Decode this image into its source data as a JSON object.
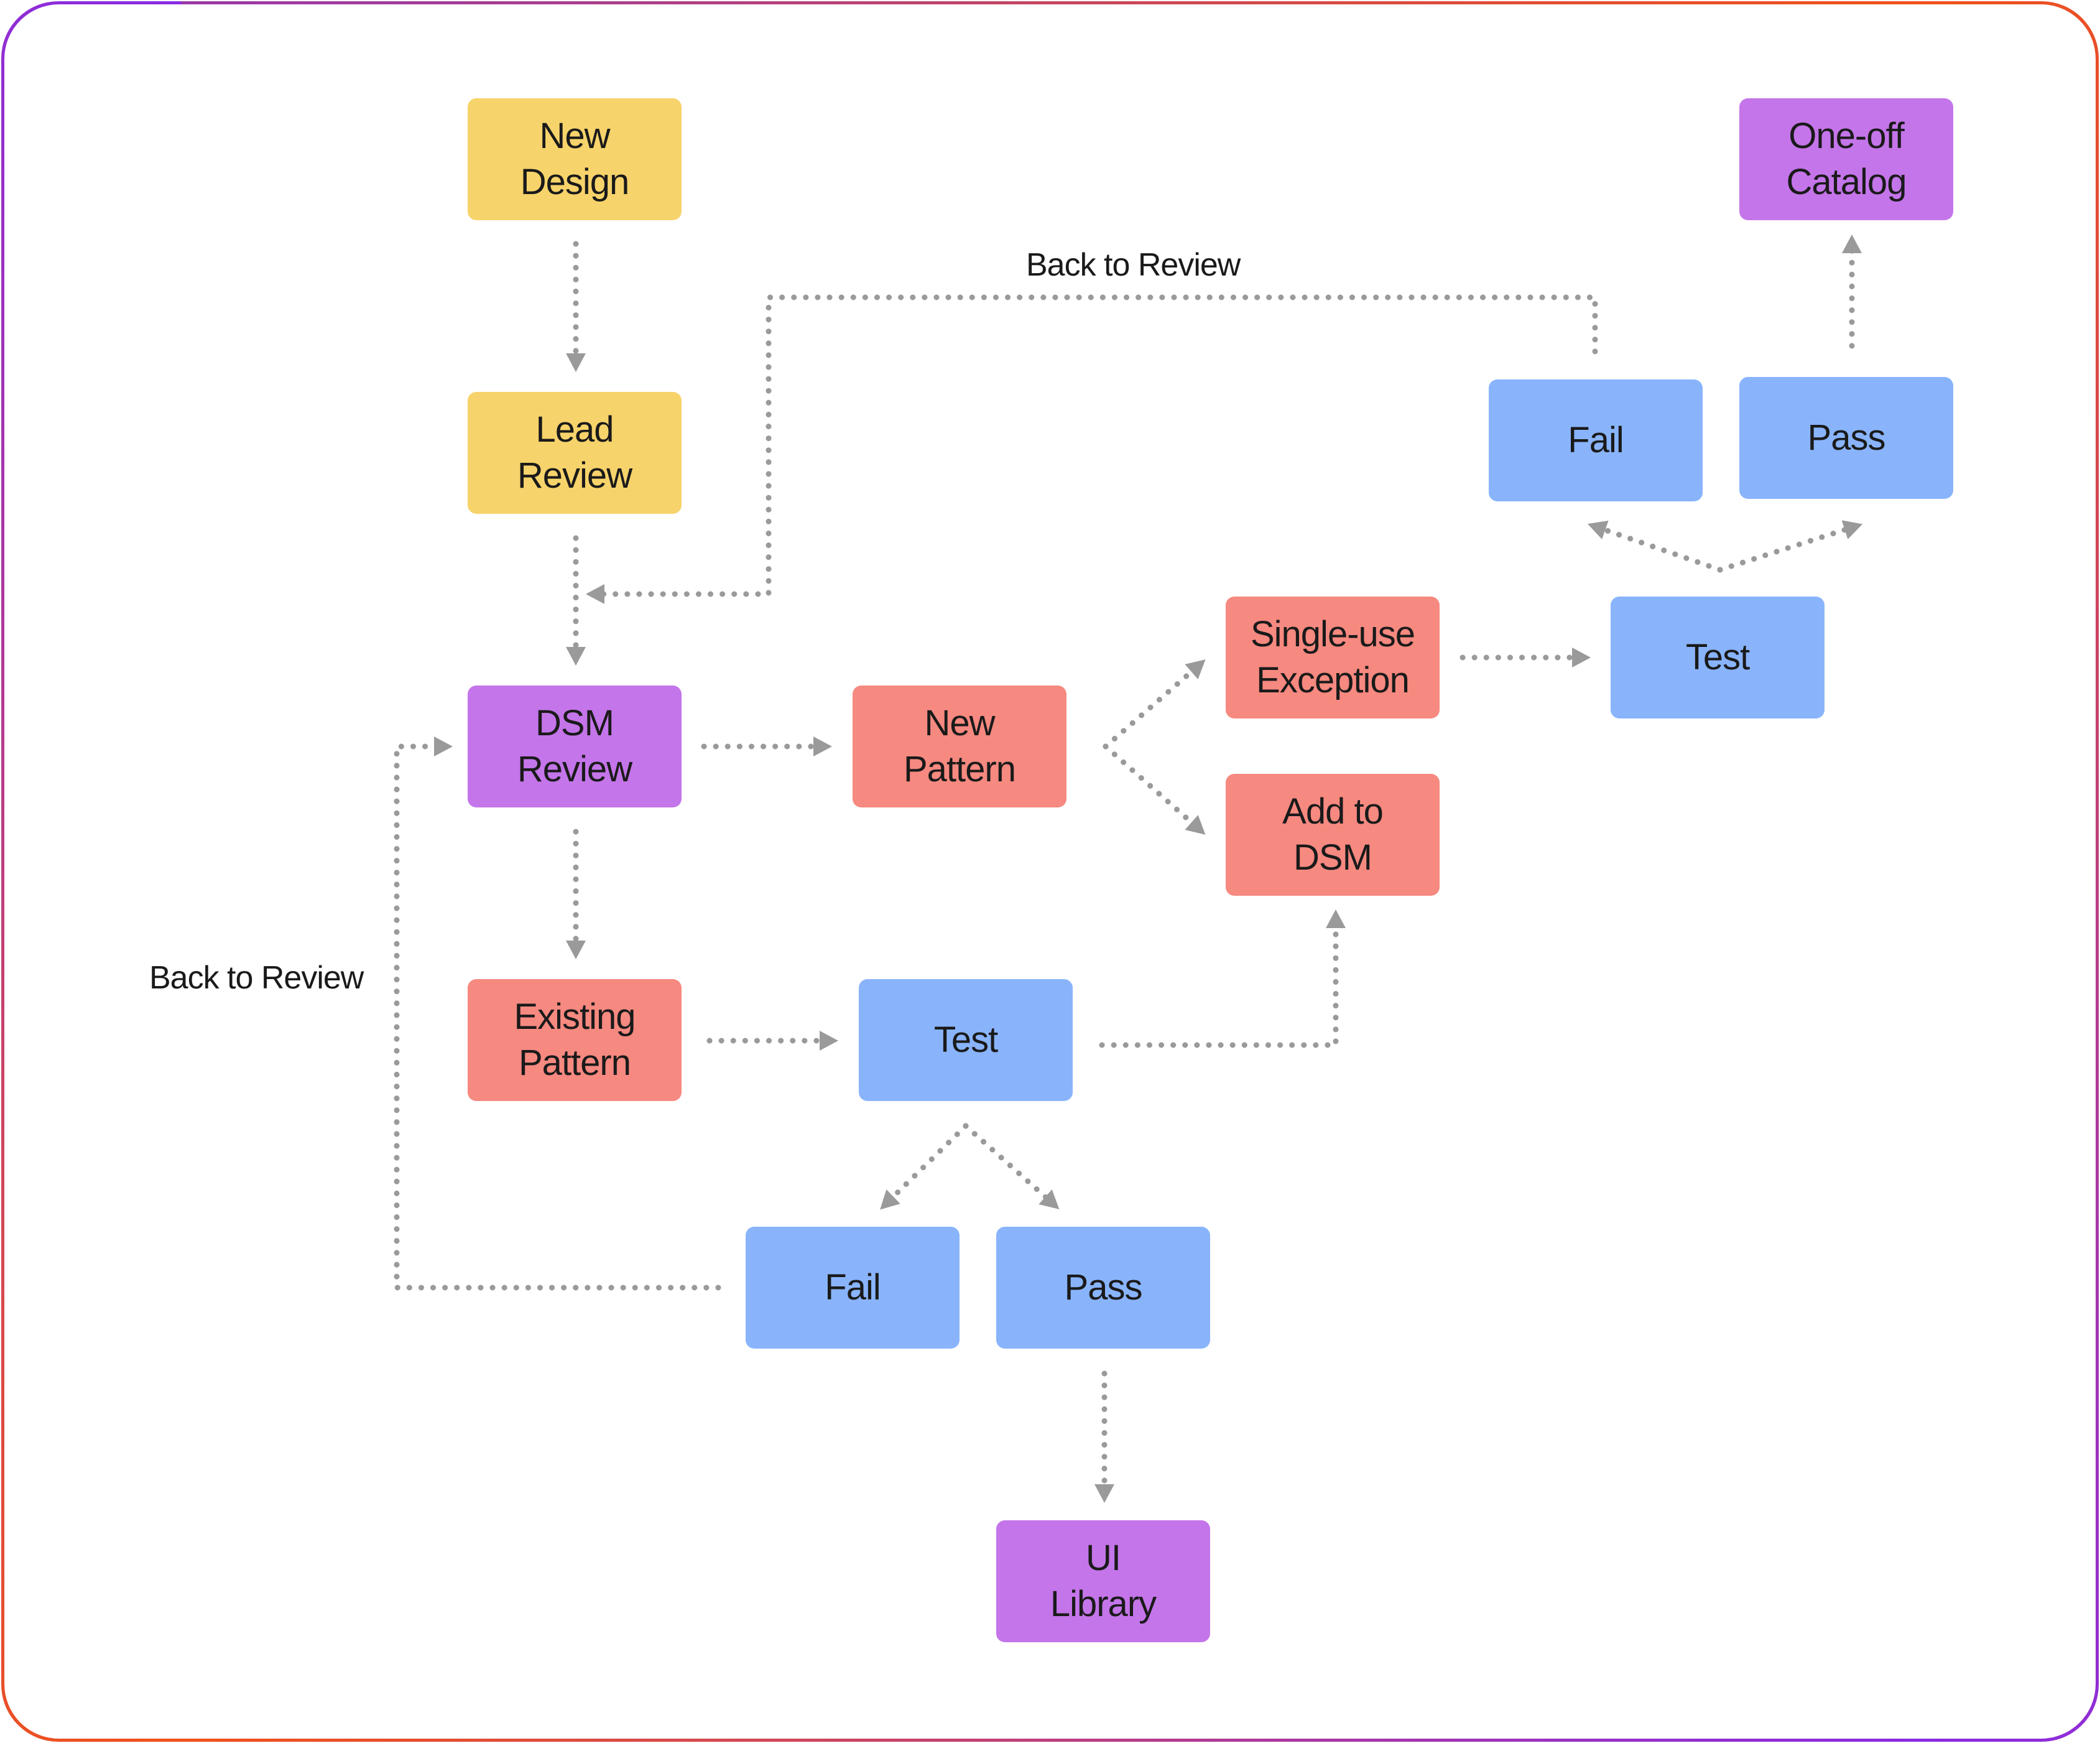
{
  "diagram": {
    "colors": {
      "yellow": "#f7d36b",
      "purple": "#c475e9",
      "red": "#f68980",
      "blue": "#89b4fc",
      "connector": "#9a9a9a",
      "border_start": "#f0521a",
      "border_end": "#8a2be2"
    },
    "nodes": {
      "new_design": {
        "line1": "New",
        "line2": "Design"
      },
      "lead_review": {
        "line1": "Lead",
        "line2": "Review"
      },
      "dsm_review": {
        "line1": "DSM",
        "line2": "Review"
      },
      "new_pattern": {
        "line1": "New",
        "line2": "Pattern"
      },
      "existing_pattern": {
        "line1": "Existing",
        "line2": "Pattern"
      },
      "test_existing": {
        "line1": "Test"
      },
      "fail_bottom": {
        "line1": "Fail"
      },
      "pass_bottom": {
        "line1": "Pass"
      },
      "ui_library": {
        "line1": "UI",
        "line2": "Library"
      },
      "single_use_exception": {
        "line1": "Single-use",
        "line2": "Exception"
      },
      "add_to_dsm": {
        "line1": "Add to",
        "line2": "DSM"
      },
      "test_exception": {
        "line1": "Test"
      },
      "fail_top": {
        "line1": "Fail"
      },
      "pass_top": {
        "line1": "Pass"
      },
      "one_off_catalog": {
        "line1": "One-off",
        "line2": "Catalog"
      }
    },
    "labels": {
      "back_to_review_top": "Back to Review",
      "back_to_review_left": "Back to Review"
    },
    "edges": [
      {
        "from": "New Design",
        "to": "Lead Review"
      },
      {
        "from": "Lead Review",
        "to": "DSM Review"
      },
      {
        "from": "DSM Review",
        "to": "New Pattern"
      },
      {
        "from": "DSM Review",
        "to": "Existing Pattern"
      },
      {
        "from": "New Pattern",
        "to": "Single-use Exception"
      },
      {
        "from": "New Pattern",
        "to": "Add to DSM"
      },
      {
        "from": "Single-use Exception",
        "to": "Test"
      },
      {
        "from": "Test",
        "to": "Fail"
      },
      {
        "from": "Test",
        "to": "Pass"
      },
      {
        "from": "Pass",
        "to": "One-off Catalog"
      },
      {
        "from": "Fail",
        "to": "DSM Review",
        "label": "Back to Review"
      },
      {
        "from": "Existing Pattern",
        "to": "Test"
      },
      {
        "from": "Test",
        "to": "Add to DSM"
      },
      {
        "from": "Test",
        "to": "Fail"
      },
      {
        "from": "Test",
        "to": "Pass"
      },
      {
        "from": "Pass",
        "to": "UI Library"
      },
      {
        "from": "Fail",
        "to": "DSM Review",
        "label": "Back to Review"
      }
    ]
  }
}
